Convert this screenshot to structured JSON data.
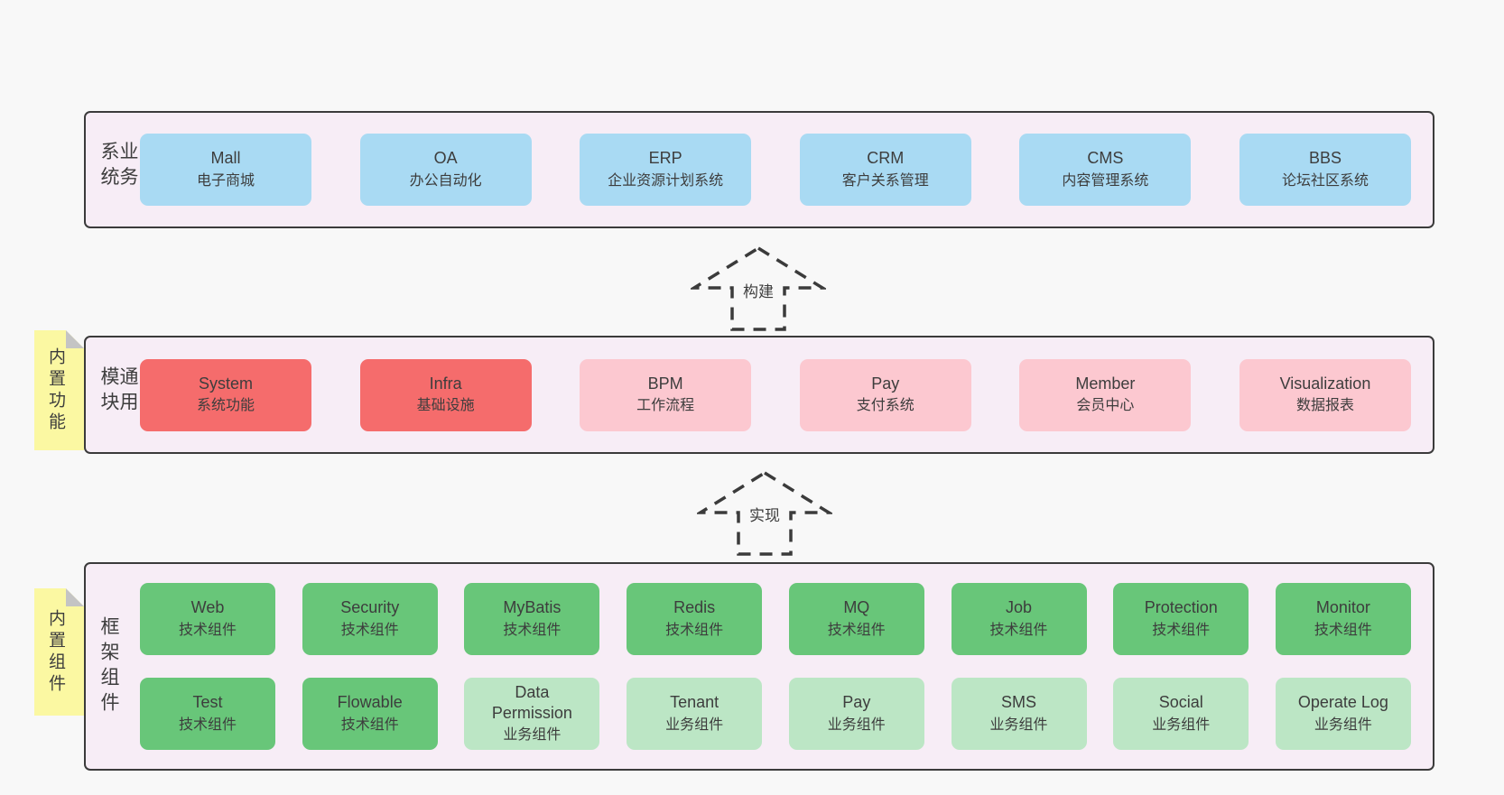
{
  "colors": {
    "page_bg": "#f8f8f8",
    "band_bg": "#f7edf6",
    "band_border": "#3b3b3b",
    "blue": "#a9daf3",
    "red": "#f56c6c",
    "pink": "#fcc8d0",
    "green": "#68c679",
    "lightgreen": "#bce6c5",
    "sticky_yellow": "#fbf8a2",
    "sticky_fold": "#c4c4c4",
    "text": "#3d3d3d"
  },
  "arrows": [
    {
      "label": "构建"
    },
    {
      "label": "实现"
    }
  ],
  "stickies": [
    {
      "label": "内置功能"
    },
    {
      "label": "内置组件"
    }
  ],
  "bands": [
    {
      "label": "业务系统",
      "rows": [
        [
          {
            "en": "Mall",
            "cn": "电子商城",
            "variant": "blue"
          },
          {
            "en": "OA",
            "cn": "办公自动化",
            "variant": "blue"
          },
          {
            "en": "ERP",
            "cn": "企业资源计划系统",
            "variant": "blue"
          },
          {
            "en": "CRM",
            "cn": "客户关系管理",
            "variant": "blue"
          },
          {
            "en": "CMS",
            "cn": "内容管理系统",
            "variant": "blue"
          },
          {
            "en": "BBS",
            "cn": "论坛社区系统",
            "variant": "blue"
          }
        ]
      ]
    },
    {
      "label": "通用模块",
      "rows": [
        [
          {
            "en": "System",
            "cn": "系统功能",
            "variant": "red"
          },
          {
            "en": "Infra",
            "cn": "基础设施",
            "variant": "red"
          },
          {
            "en": "BPM",
            "cn": "工作流程",
            "variant": "pink"
          },
          {
            "en": "Pay",
            "cn": "支付系统",
            "variant": "pink"
          },
          {
            "en": "Member",
            "cn": "会员中心",
            "variant": "pink"
          },
          {
            "en": "Visualization",
            "cn": "数据报表",
            "variant": "pink"
          }
        ]
      ]
    },
    {
      "label": "框架组件",
      "rows": [
        [
          {
            "en": "Web",
            "cn": "技术组件",
            "variant": "green"
          },
          {
            "en": "Security",
            "cn": "技术组件",
            "variant": "green"
          },
          {
            "en": "MyBatis",
            "cn": "技术组件",
            "variant": "green"
          },
          {
            "en": "Redis",
            "cn": "技术组件",
            "variant": "green"
          },
          {
            "en": "MQ",
            "cn": "技术组件",
            "variant": "green"
          },
          {
            "en": "Job",
            "cn": "技术组件",
            "variant": "green"
          },
          {
            "en": "Protection",
            "cn": "技术组件",
            "variant": "green"
          },
          {
            "en": "Monitor",
            "cn": "技术组件",
            "variant": "green"
          }
        ],
        [
          {
            "en": "Test",
            "cn": "技术组件",
            "variant": "green"
          },
          {
            "en": "Flowable",
            "cn": "技术组件",
            "variant": "green"
          },
          {
            "en": "Data Permission",
            "cn": "业务组件",
            "variant": "lightgreen"
          },
          {
            "en": "Tenant",
            "cn": "业务组件",
            "variant": "lightgreen"
          },
          {
            "en": "Pay",
            "cn": "业务组件",
            "variant": "lightgreen"
          },
          {
            "en": "SMS",
            "cn": "业务组件",
            "variant": "lightgreen"
          },
          {
            "en": "Social",
            "cn": "业务组件",
            "variant": "lightgreen"
          },
          {
            "en": "Operate Log",
            "cn": "业务组件",
            "variant": "lightgreen"
          }
        ]
      ]
    }
  ]
}
